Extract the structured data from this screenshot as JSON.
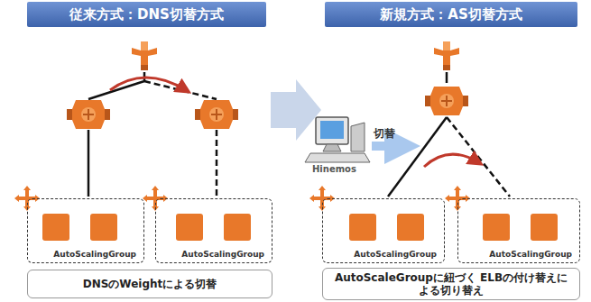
{
  "diagram": {
    "nodes": [
      {
        "text": [
          "従来方式：DNS切替方式"
        ]
      },
      {
        "text": [
          "新規方式：AS切替方式"
        ]
      },
      {
        "text": [
          "AutoScalingGroup"
        ]
      },
      {
        "text": [
          "AutoScalingGroup"
        ]
      },
      {
        "text": [
          "AutoScalingGroup"
        ]
      },
      {
        "text": [
          "AutoScalingGroup"
        ]
      },
      {
        "text": [
          "DNSのWeightによる切替"
        ]
      },
      {
        "text": [
          "AutoScaleGroupに紐づく ELBの付け替えによる切り替え"
        ]
      }
    ],
    "labels": [
      "Hinemos",
      "切替"
    ]
  }
}
